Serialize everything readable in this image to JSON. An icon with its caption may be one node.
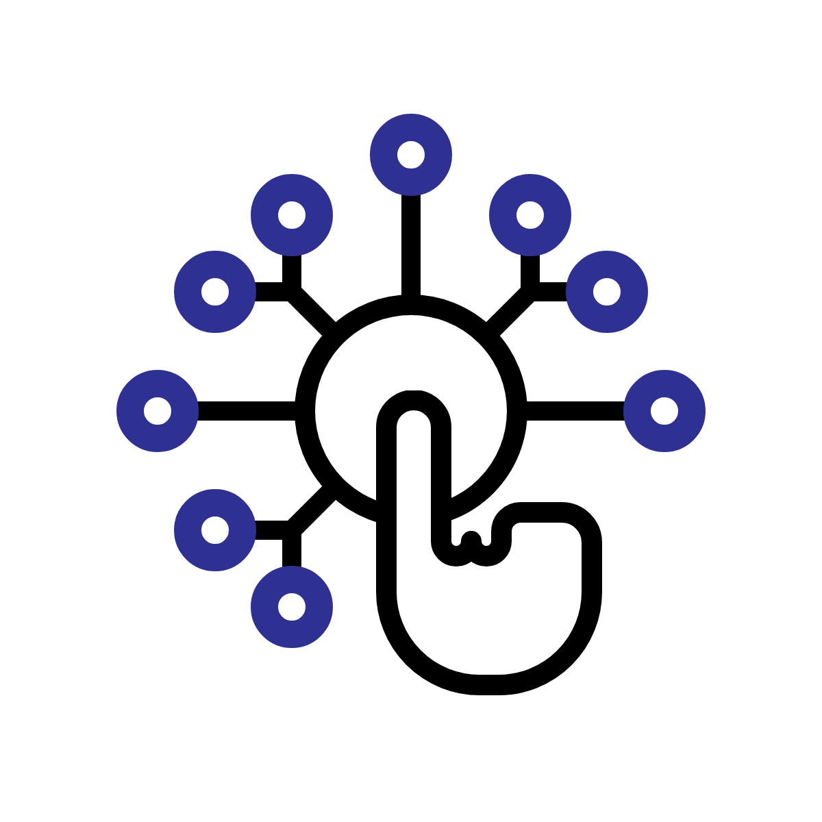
{
  "diagram": {
    "nodes": [
      {
        "text": [],
        "shape": "circle"
      },
      {
        "text": [],
        "shape": "circle"
      },
      {
        "text": [],
        "shape": "circle"
      },
      {
        "text": [],
        "shape": "circle"
      },
      {
        "text": [],
        "shape": "circle"
      },
      {
        "text": [],
        "shape": "circle"
      },
      {
        "text": [],
        "shape": "circle"
      },
      {
        "text": [],
        "shape": "circle"
      },
      {
        "text": [],
        "shape": "circle"
      },
      {
        "text": [],
        "shape": "circle"
      }
    ],
    "edges": [
      {
        "from": 0,
        "to": 1,
        "arrow": "none"
      },
      {
        "from": 0,
        "to": 2,
        "arrow": "none"
      },
      {
        "from": 0,
        "to": 3,
        "arrow": "none"
      },
      {
        "from": 0,
        "to": 4,
        "arrow": "none"
      },
      {
        "from": 0,
        "to": 5,
        "arrow": "none"
      },
      {
        "from": 0,
        "to": 6,
        "arrow": "none"
      },
      {
        "from": 0,
        "to": 7,
        "arrow": "none"
      },
      {
        "from": 0,
        "to": 8,
        "arrow": "none"
      },
      {
        "from": 0,
        "to": 9,
        "arrow": "none"
      }
    ]
  }
}
